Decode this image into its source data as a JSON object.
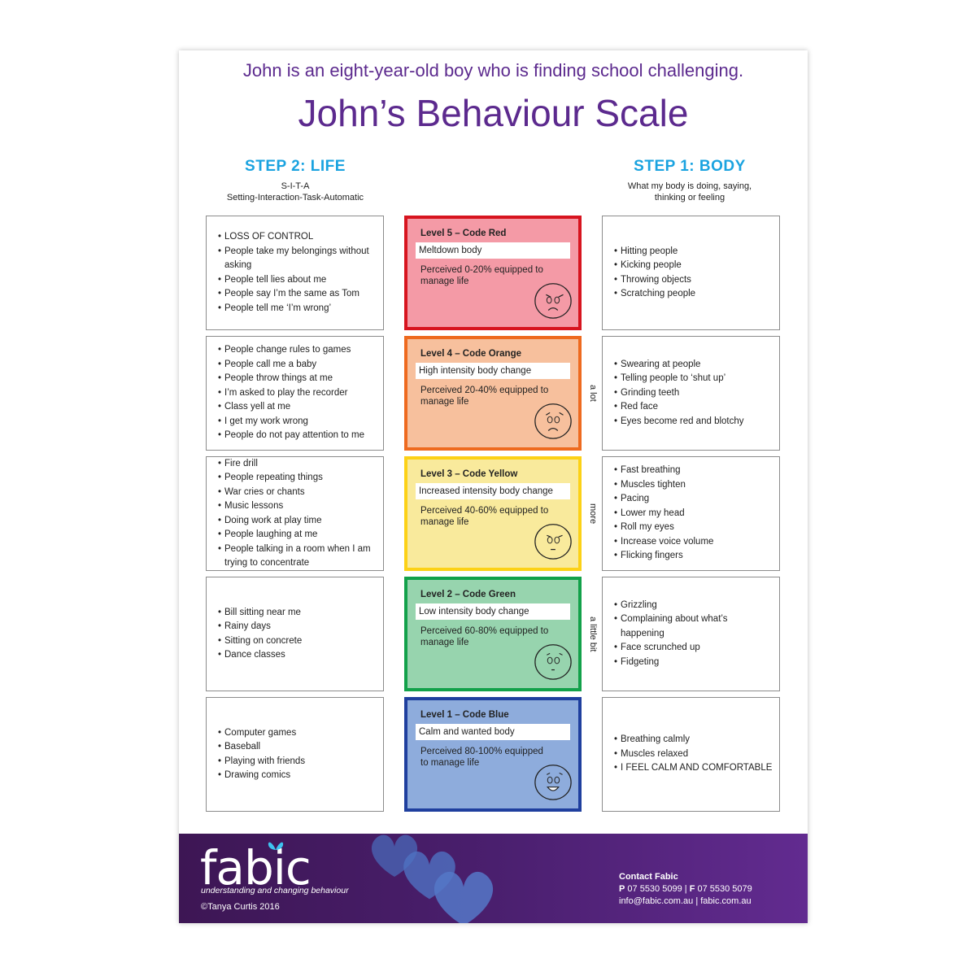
{
  "header": {
    "subtitle": "John is an eight-year-old boy who is finding school challenging.",
    "title": "John’s Behaviour Scale"
  },
  "step_life": {
    "heading": "STEP 2: LIFE",
    "sub_line1": "S-I-T-A",
    "sub_line2": "Setting-Interaction-Task-Automatic"
  },
  "step_body": {
    "heading": "STEP 1: BODY",
    "sub_line1": "What my body is doing, saying,",
    "sub_line2": "thinking or feeling"
  },
  "levels": [
    {
      "title": "Level 5 – Code Red",
      "description": "Meltdown body",
      "perceived": "Perceived 0-20% equipped to manage life",
      "border_color": "#d7141f",
      "fill_color": "#f49aa6",
      "face": "angry-face",
      "life": [
        "LOSS OF CONTROL",
        "People take my belongings without asking",
        "People tell lies about me",
        "People say I’m the same as Tom",
        "People tell me ‘I’m wrong’"
      ],
      "body": [
        "Hitting people",
        "Kicking people",
        "Throwing objects",
        "Scratching people"
      ]
    },
    {
      "title": "Level 4 – Code Orange",
      "description": "High intensity body change",
      "perceived": "Perceived 20-40% equipped to manage life",
      "border_color": "#ee6a1f",
      "fill_color": "#f7c09d",
      "face": "worried-face",
      "side_label": "a lot",
      "life": [
        "People change rules to games",
        "People call me a baby",
        "People throw things at me",
        "I’m asked to play the recorder",
        "Class yell at me",
        "I get my work wrong",
        "People do not pay attention to me"
      ],
      "body": [
        "Swearing at people",
        "Telling people to ‘shut up’",
        "Grinding teeth",
        "Red face",
        "Eyes become red and blotchy"
      ]
    },
    {
      "title": "Level 3 – Code Yellow",
      "description": "Increased intensity body change",
      "perceived": "Perceived 40-60% equipped to manage life",
      "border_color": "#fcd116",
      "fill_color": "#f9ea9c",
      "face": "annoyed-face",
      "side_label": "more",
      "life": [
        "Fire drill",
        "People repeating things",
        "War cries or chants",
        "Music lessons",
        "Doing work at play time",
        "People laughing at me",
        "People talking in a room when I am trying to concentrate"
      ],
      "body": [
        "Fast breathing",
        "Muscles tighten",
        "Pacing",
        "Lower my head",
        "Roll my eyes",
        "Increase voice volume",
        "Flicking fingers"
      ]
    },
    {
      "title": "Level 2 – Code Green",
      "description": "Low intensity body change",
      "perceived": "Perceived 60-80% equipped to manage life",
      "border_color": "#12a14a",
      "fill_color": "#97d4ae",
      "face": "uneasy-face",
      "side_label": "a little bit",
      "life": [
        "Bill sitting near me",
        "Rainy days",
        "Sitting on concrete",
        "Dance classes"
      ],
      "body": [
        "Grizzling",
        "Complaining about what’s happening",
        "Face scrunched up",
        "Fidgeting"
      ]
    },
    {
      "title": "Level 1 – Code Blue",
      "description": "Calm and wanted body",
      "perceived": "Perceived 80-100% equipped to manage life",
      "border_color": "#1f3f9e",
      "fill_color": "#8eacdc",
      "face": "happy-face",
      "life": [
        "Computer games",
        "Baseball",
        "Playing with friends",
        "Drawing comics"
      ],
      "body": [
        "Breathing calmly",
        "Muscles relaxed",
        "I FEEL CALM AND COMFORTABLE"
      ]
    }
  ],
  "footer": {
    "logo": "fabic",
    "tagline": "understanding and changing behaviour",
    "copyright": "©Tanya Curtis 2016",
    "contact_title": "Contact Fabic",
    "phone_label": "P",
    "phone": "07 5530 5099",
    "fax_label": "F",
    "fax": "07 5530 5079",
    "email": "info@fabic.com.au",
    "website": "fabic.com.au",
    "separator": "|"
  }
}
